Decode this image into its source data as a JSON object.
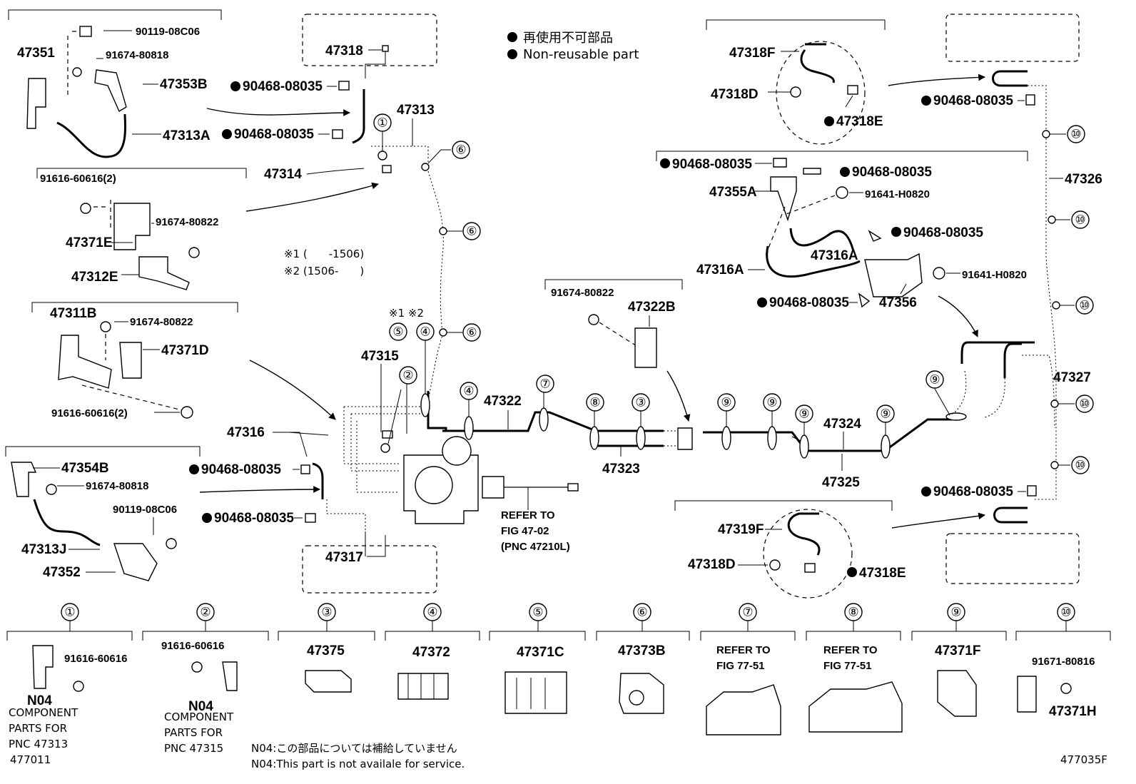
{
  "legend": {
    "jp": "再使用不可部品",
    "en": "Non-reusable part"
  },
  "notes": {
    "s1": "※1 (　　-1506)",
    "s2": "※2 (1506-　　)",
    "s_labels": "※1 ※2",
    "n04_jp": "N04:この部品については補給していません",
    "n04_en": "N04:This part is not availale for service."
  },
  "figure_ids": {
    "left": "477011",
    "right": "477035F"
  },
  "refer": {
    "text1": "REFER TO",
    "text2": "FIG 47-02",
    "text3": "(PNC 47210L)"
  },
  "labels": {
    "p47351": "47351",
    "p90119_08C06_a": "90119-08C06",
    "p91674_80818_a": "91674-80818",
    "p47353B": "47353B",
    "p47313A": "47313A",
    "p91616_60616_2a": "91616-60616(2)",
    "p91674_80822_a": "91674-80822",
    "p47371E": "47371E",
    "p47312E": "47312E",
    "p47311B": "47311B",
    "p91674_80822_b": "91674-80822",
    "p47371D": "47371D",
    "p91616_60616_2b": "91616-60616(2)",
    "p47354B": "47354B",
    "p91674_80818_b": "91674-80818",
    "p90119_08C06_b": "90119-08C06",
    "p47313J": "47313J",
    "p47352": "47352",
    "p47318": "47318",
    "p90468_a": "90468-08035",
    "p90468_b": "90468-08035",
    "p47313": "47313",
    "p47314": "47314",
    "p47315": "47315",
    "p47316": "47316",
    "p90468_c": "90468-08035",
    "p90468_d": "90468-08035",
    "p47317": "47317",
    "p47322": "47322",
    "p47323": "47323",
    "p47324": "47324",
    "p47325": "47325",
    "p91674_80822_c": "91674-80822",
    "p47322B": "47322B",
    "p47318F": "47318F",
    "p47318D_a": "47318D",
    "p47318E_a": "47318E",
    "p90468_e": "90468-08035",
    "p90468_f": "90468-08035",
    "p47355A": "47355A",
    "p91641_a": "91641-H0820",
    "p90468_g": "90468-08035",
    "p47316A_a": "47316A",
    "p47316A_b": "47316A",
    "p91641_b": "91641-H0820",
    "p90468_h": "90468-08035",
    "p47356": "47356",
    "p90468_i": "90468-08035",
    "p47326": "47326",
    "p47327": "47327",
    "p90468_j": "90468-08035",
    "p47319F": "47319F",
    "p47318D_b": "47318D",
    "p47318E_b": "47318E"
  },
  "markers": [
    "①",
    "②",
    "③",
    "④",
    "⑤",
    "⑥",
    "⑦",
    "⑧",
    "⑨",
    "⑩"
  ],
  "detail_boxes": [
    {
      "marker": "①",
      "parts": [
        "91616-60616"
      ],
      "tag": "N04",
      "caption": [
        "COMPONENT",
        "PARTS FOR",
        "PNC 47313"
      ]
    },
    {
      "marker": "②",
      "parts": [
        "91616-60616"
      ],
      "tag": "N04",
      "caption": [
        "COMPONENT",
        "PARTS FOR",
        "PNC 47315"
      ]
    },
    {
      "marker": "③",
      "parts": [
        "47375"
      ]
    },
    {
      "marker": "④",
      "parts": [
        "47372"
      ]
    },
    {
      "marker": "⑤",
      "parts": [
        "47371C"
      ]
    },
    {
      "marker": "⑥",
      "parts": [
        "47373B"
      ]
    },
    {
      "marker": "⑦",
      "parts": [
        "REFER TO",
        "FIG 77-51"
      ]
    },
    {
      "marker": "⑧",
      "parts": [
        "REFER TO",
        "FIG 77-51"
      ]
    },
    {
      "marker": "⑨",
      "parts": [
        "47371F"
      ]
    },
    {
      "marker": "⑩",
      "parts": [
        "91671-80816",
        "47371H"
      ]
    }
  ]
}
